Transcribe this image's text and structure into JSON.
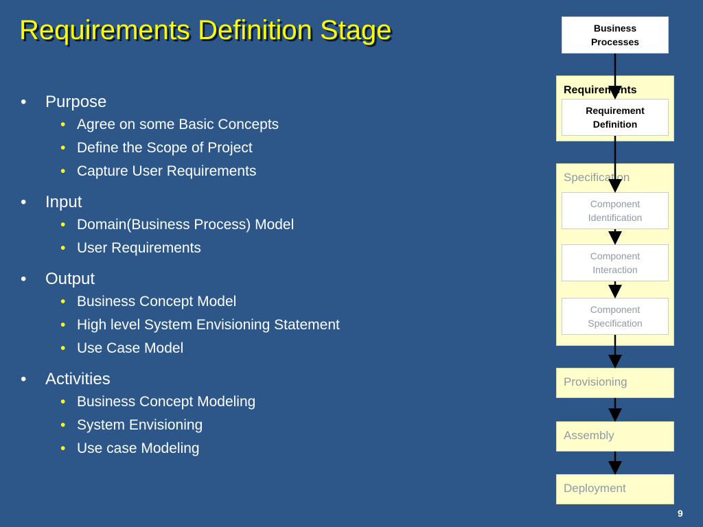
{
  "slide": {
    "title": "Requirements Definition Stage",
    "page_number": "9"
  },
  "outline": [
    {
      "heading": "Purpose",
      "items": [
        "Agree on some Basic Concepts",
        "Define the Scope of Project",
        "Capture User Requirements"
      ]
    },
    {
      "heading": "Input",
      "items": [
        "Domain(Business Process) Model",
        "User Requirements"
      ]
    },
    {
      "heading": "Output",
      "items": [
        "Business Concept Model",
        "High level System Envisioning Statement",
        "Use Case Model"
      ]
    },
    {
      "heading": "Activities",
      "items": [
        "Business Concept Modeling",
        "System Envisioning",
        "Use case Modeling"
      ]
    }
  ],
  "process": {
    "business_processes": "Business\nProcesses",
    "requirements": {
      "label": "Requirements",
      "steps": [
        "Requirement\nDefinition"
      ]
    },
    "specification": {
      "label": "Specification",
      "steps": [
        "Component\nIdentification",
        "Component\nInteraction",
        "Component\nSpecification"
      ]
    },
    "provisioning": "Provisioning",
    "assembly": "Assembly",
    "deployment": "Deployment"
  },
  "colors": {
    "background": "#2c5788",
    "title": "#ffff00",
    "stage_fill": "#ffffcc",
    "inactive_text": "#8e9aa8"
  }
}
